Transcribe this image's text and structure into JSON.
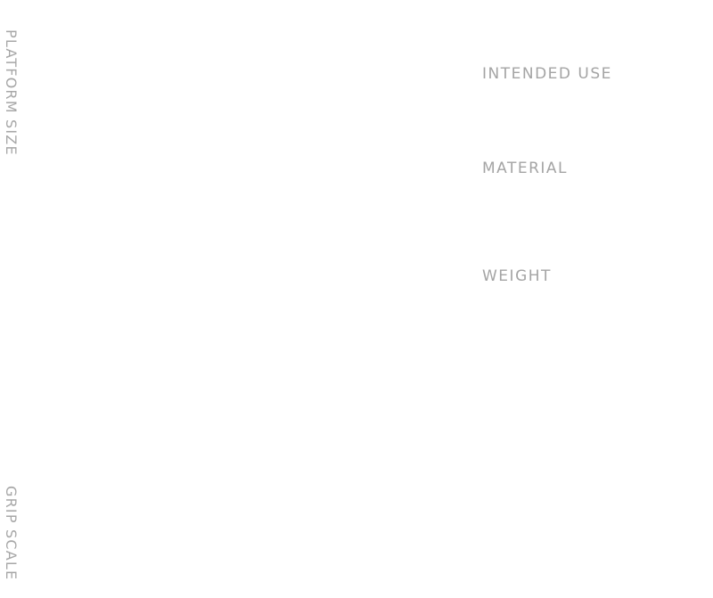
{
  "side_labels": {
    "top": "PLATFORM SIZE",
    "bottom": "GRIP SCALE"
  },
  "specs": [
    {
      "heading": "INTENDED USE"
    },
    {
      "heading": "MATERIAL"
    },
    {
      "heading": "WEIGHT"
    }
  ],
  "colors": {
    "background": "#ffffff",
    "label_text": "#a7a7a7",
    "heading_text": "#a4a4a4"
  }
}
